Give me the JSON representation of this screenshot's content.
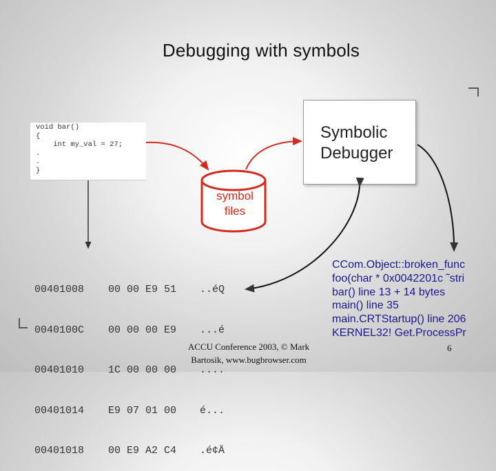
{
  "slide": {
    "title": "Debugging with symbols",
    "page_number": "6",
    "footer_line1": "ACCU Conference 2003, © Mark",
    "footer_line2": "Bartosik, www.bugbrowser.com"
  },
  "source_code": {
    "lines": [
      "void bar()",
      "{",
      "    int my_val = 27;",
      ".",
      ".",
      "}"
    ]
  },
  "debugger": {
    "line1": "Symbolic",
    "line2": "Debugger"
  },
  "symbol_files": {
    "line1": "symbol",
    "line2": "files",
    "color": "#d42a1e"
  },
  "memory_dump": {
    "rows": [
      {
        "address": "00401008",
        "bytes": "00 00 E9 51",
        "ascii": "..éQ"
      },
      {
        "address": "0040100C",
        "bytes": "00 00 00 E9",
        "ascii": "...é"
      },
      {
        "address": "00401010",
        "bytes": "1C 00 00 00",
        "ascii": "...."
      },
      {
        "address": "00401014",
        "bytes": "E9 07 01 00",
        "ascii": "é..."
      },
      {
        "address": "00401018",
        "bytes": "00 E9 A2 C4",
        "ascii": ".é¢Ä"
      }
    ]
  },
  "call_stack": {
    "color": "#1a1a8c",
    "frames": [
      "CCom.Object::broken_func",
      "foo(char * 0x0042201c ˜stri",
      "bar() line 13 + 14 bytes",
      "main() line 35",
      "main.CRTStartup() line 206",
      "KERNEL32! Get.ProcessPr"
    ]
  }
}
